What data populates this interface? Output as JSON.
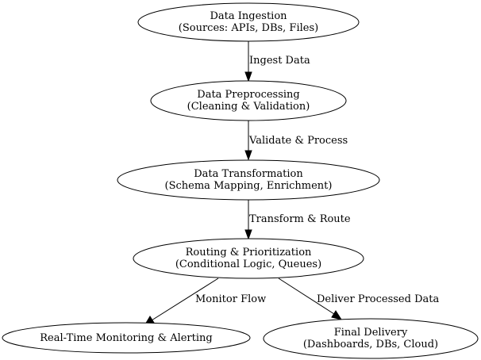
{
  "diagram": {
    "nodes": {
      "ingestion": {
        "line1": "Data Ingestion",
        "line2": "(Sources: APIs, DBs, Files)"
      },
      "preprocessing": {
        "line1": "Data Preprocessing",
        "line2": "(Cleaning & Validation)"
      },
      "transformation": {
        "line1": "Data Transformation",
        "line2": "(Schema Mapping, Enrichment)"
      },
      "routing": {
        "line1": "Routing & Prioritization",
        "line2": "(Conditional Logic, Queues)"
      },
      "monitoring": {
        "line1": "Real-Time Monitoring & Alerting"
      },
      "delivery": {
        "line1": "Final Delivery",
        "line2": "(Dashboards, DBs, Cloud)"
      }
    },
    "edges": {
      "ingest": {
        "label": "Ingest Data"
      },
      "validate": {
        "label": "Validate & Process"
      },
      "transform": {
        "label": "Transform & Route"
      },
      "monitor": {
        "label": "Monitor Flow"
      },
      "deliver": {
        "label": "Deliver Processed Data"
      }
    }
  }
}
